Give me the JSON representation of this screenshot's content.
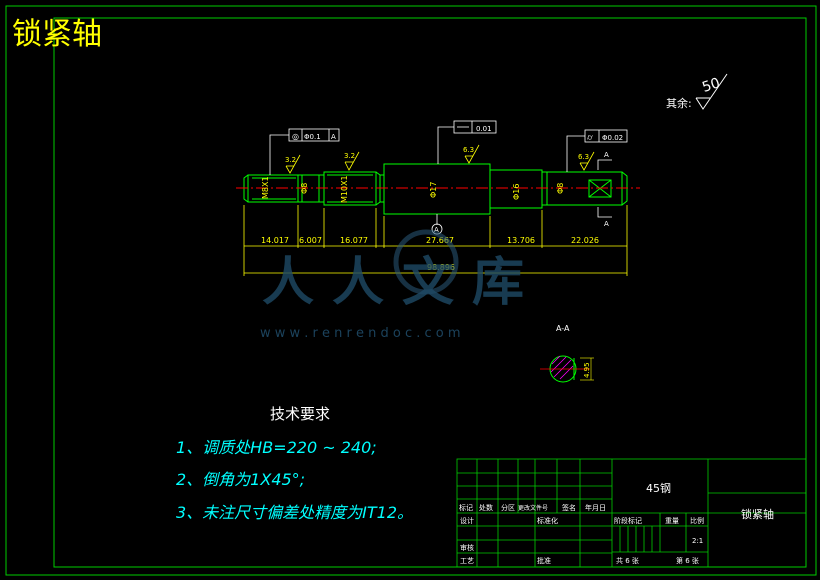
{
  "title": "锁紧轴",
  "colors": {
    "background": "#000000",
    "frame": "#00cc00",
    "part_outline": "#00ff00",
    "dimension": "#ffff00",
    "text_cyan": "#00ffff",
    "centerline": "#ff0000",
    "hatch": "#ff00ff",
    "title_yellow": "#ffff00"
  },
  "surface_finish": {
    "other_label": "其余:",
    "other_value": "50",
    "local_values": [
      "3.2",
      "3.2",
      "6.3",
      "6.3"
    ]
  },
  "tolerance_frames": {
    "left": {
      "symbol": "◎",
      "value": "Φ0.1",
      "datum": "A"
    },
    "middle": {
      "value": "0.01"
    },
    "right": {
      "symbol": "⌭",
      "value": "Φ0.02"
    }
  },
  "section": {
    "label": "A-A",
    "arrow_label": "A",
    "dim": "4.95"
  },
  "section_labels": {
    "top": "A",
    "bottom": "A"
  },
  "datum_label": "A",
  "diameter_labels": [
    "M8X1",
    "Φ8",
    "M10X1",
    "Φ17",
    "Φ16",
    "Φ8"
  ],
  "dimensions": {
    "d1": "14.017",
    "d2": "6.007",
    "d3": "16.077",
    "d4": "27.667",
    "d5": "13.706",
    "d6": "22.026",
    "total": "98.896"
  },
  "watermark": {
    "text": "人人文库",
    "url": "w w w . r e n r e n d o c . c o m"
  },
  "tech_requirements": {
    "heading": "技术要求",
    "items": [
      "1、调质处HB=220 ~ 240;",
      "2、倒角为1X45°;",
      "3、未注尺寸偏差处精度为IT12。"
    ]
  },
  "title_block": {
    "material": "45钢",
    "part_name": "锁紧轴",
    "headers": [
      "标记",
      "处数",
      "分区",
      "更改文件号",
      "签名",
      "年月日"
    ],
    "design": "设计",
    "standardize": "标准化",
    "review": "审核",
    "process": "工艺",
    "approve": "批准",
    "stage_mark": "阶段标记",
    "weight": "重量",
    "scale": "比例",
    "scale_value": "2:1",
    "total_sheets": "共 6 张",
    "sheet_no": "第 6 张"
  }
}
